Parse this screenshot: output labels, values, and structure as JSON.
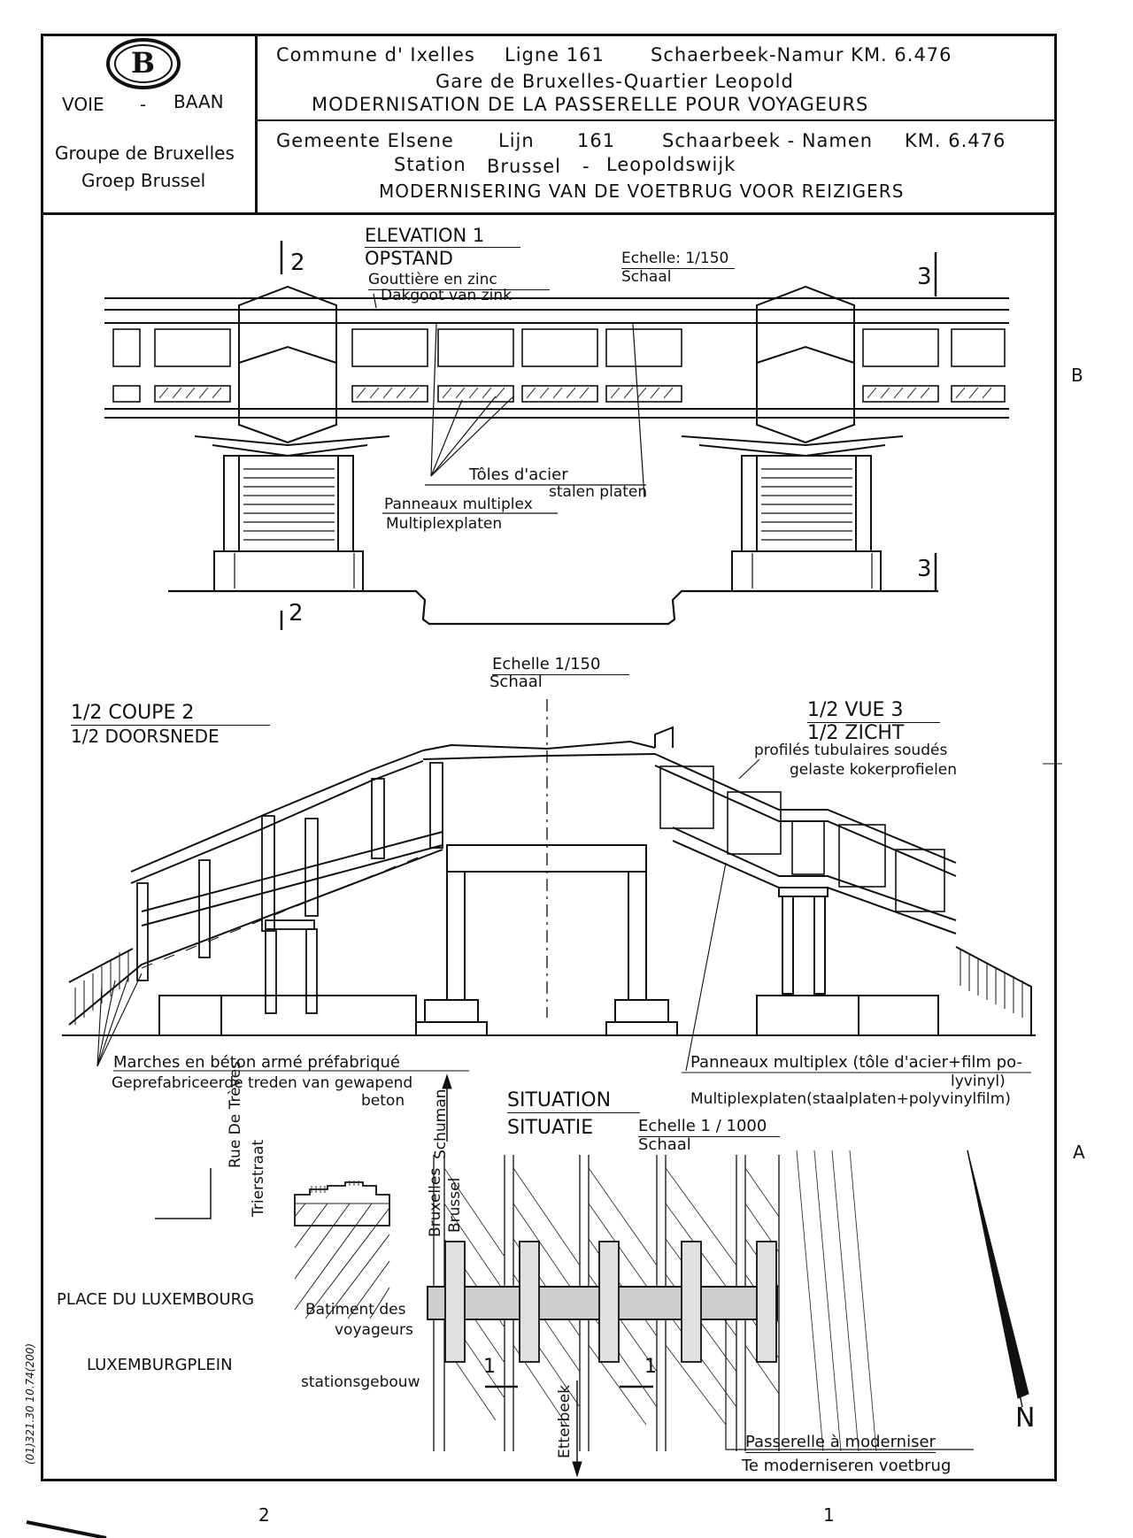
{
  "header": {
    "logo_letter": "B",
    "voie": "VOIE",
    "dash": "-",
    "baan": "BAAN",
    "groupe_fr": "Groupe de Bruxelles",
    "groupe_nl": "Groep Brussel",
    "fr_line1_commune": "Commune d' Ixelles",
    "fr_line1_ligne": "Ligne 161",
    "fr_line1_route": "Schaerbeek-Namur KM. 6.476",
    "fr_line2": "Gare de Bruxelles-Quartier Leopold",
    "fr_line3": "MODERNISATION DE LA PASSERELLE POUR VOYAGEURS",
    "nl_line1_gemeente": "Gemeente Elsene",
    "nl_line1_lijn": "Lijn",
    "nl_line1_num": "161",
    "nl_line1_route": "Schaarbeek - Namen",
    "nl_line1_km": "KM. 6.476",
    "nl_line2_station": "Station",
    "nl_line2_brussel": "Brussel",
    "nl_line2_dash": "-",
    "nl_line2_wijk": "Leopoldswijk",
    "nl_line3": "MODERNISERING VAN DE VOETBRUG VOOR REIZIGERS"
  },
  "elevation": {
    "title_fr": "ELEVATION 1",
    "title_nl": "OPSTAND",
    "scale_fr": "Echelle: 1/150",
    "scale_nl": "Schaal",
    "marker_2_top": "2",
    "marker_2_bottom": "2",
    "marker_3_top": "3",
    "marker_3_bottom": "3",
    "gutter_fr": "Gouttière en zinc",
    "gutter_nl": "Dakgoot van zink",
    "steel_fr": "Tôles d'acier",
    "steel_nl": "stalen platen",
    "panels_fr": "Panneaux multiplex",
    "panels_nl": "Multiplexplaten"
  },
  "section": {
    "scale_fr": "Echelle 1/150",
    "scale_nl": "Schaal",
    "coupe_fr": "1/2 COUPE 2",
    "coupe_nl": "1/2 DOORSNEDE",
    "vue_fr": "1/2 VUE 3",
    "vue_nl": "1/2 ZICHT",
    "tubes_fr": "profilés tubulaires soudés",
    "tubes_nl": "gelaste kokerprofielen",
    "steps_fr": "Marches en béton armé préfabriqué",
    "steps_nl1": "Geprefabriceerde treden van gewapend",
    "steps_nl2": "beton",
    "multiplex_fr1": "Panneaux multiplex (tôle d'acier+film po-",
    "multiplex_fr2": "lyvinyl)",
    "multiplex_nl": "Multiplexplaten(staalplaten+polyvinylfilm)"
  },
  "situation": {
    "title_fr": "SITUATION",
    "title_nl": "SITUATIE",
    "scale_fr": "Echelle 1 / 1000",
    "scale_nl": "Schaal",
    "rue_fr": "Rue De Trèves",
    "rue_nl": "Trierstraat",
    "dir_top": "Schuman",
    "bx_fr": "Bruxelles",
    "bx_nl": "Brussel",
    "place_fr": "PLACE DU LUXEMBOURG",
    "place_nl": "LUXEMBURGPLEIN",
    "bat_fr1": "Batiment des",
    "bat_fr2": "voyageurs",
    "bat_nl": "stationsgebouw",
    "etterbeek": "Etterbeek",
    "section_mark_1a": "1",
    "section_mark_1b": "1",
    "passerelle_fr": "Passerelle à moderniser",
    "passerelle_nl": "Te moderniseren voetbrug",
    "north": "N"
  },
  "margin": {
    "grid_b": "B",
    "grid_a": "A",
    "grid_2": "2",
    "grid_1": "1",
    "side_code": "(01)321.30 10.74(200)"
  }
}
